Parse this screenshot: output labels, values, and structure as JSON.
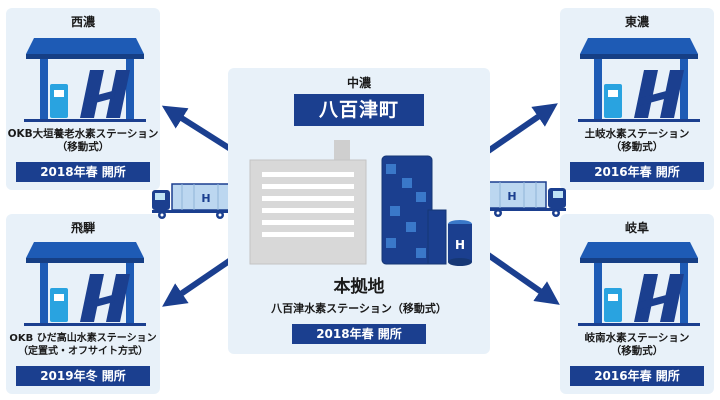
{
  "stations": {
    "nishino": {
      "region": "西濃",
      "name_line1": "OKB大垣養老水素ステーション",
      "name_line2": "（移動式）",
      "opening": "2018年春 開所"
    },
    "higashino": {
      "region": "東濃",
      "name_line1": "土岐水素ステーション",
      "name_line2": "（移動式）",
      "opening": "2016年春 開所"
    },
    "hida": {
      "region": "飛騨",
      "name_line1": "OKB ひだ高山水素ステーション",
      "name_line2": "（定置式・オフサイト方式）",
      "opening": "2019年冬 開所"
    },
    "gifu": {
      "region": "岐阜",
      "name_line1": "岐南水素ステーション",
      "name_line2": "（移動式）",
      "opening": "2016年春 開所"
    }
  },
  "hub": {
    "region": "中濃",
    "town": "八百津町",
    "base_label": "本拠地",
    "station_name": "八百津水素ステーション（移動式）",
    "opening": "2018年春 開所"
  },
  "icons": {
    "station": "hydrogen-station-icon",
    "truck": "hydrogen-truck-icon",
    "factory": "factory-building-icon",
    "arrow": "arrow-icon",
    "h_letter": "H"
  },
  "colors": {
    "navy": "#1b3f8f",
    "canopy": "#1e5bb5",
    "pump": "#29a3e0",
    "panel": "#e8f1f9",
    "building": "#dcdcdc"
  }
}
